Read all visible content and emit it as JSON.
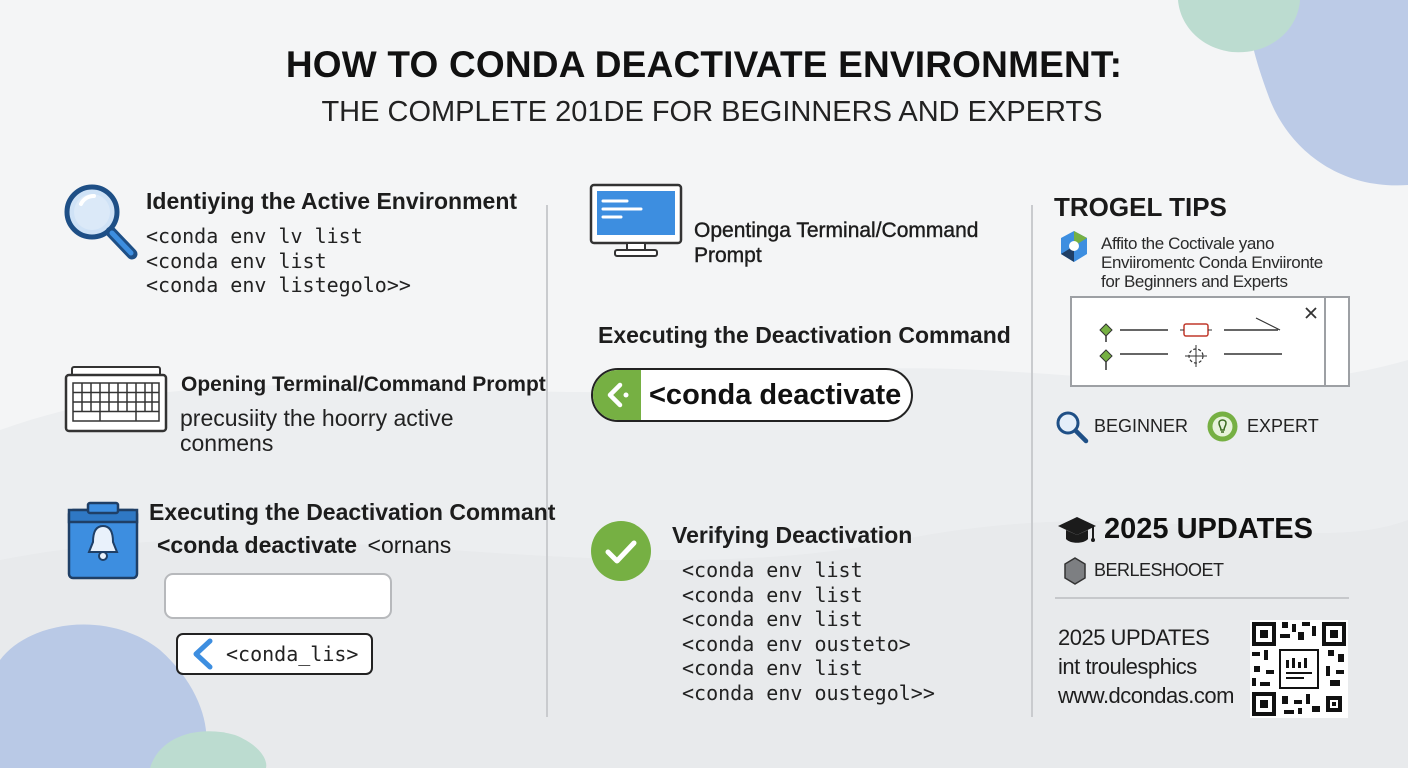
{
  "header": {
    "title": "HOW TO CONDA DEACTIVATE ENVIRONMENT:",
    "subtitle": "THE COMPLETE 201DE FOR BEGINNERS AND EXPERTS"
  },
  "left": {
    "identify": {
      "heading": "Identiying the Active Environment",
      "lines": [
        "<conda env lv list",
        "<conda env list",
        "<conda env listegolo>>"
      ]
    },
    "opening": {
      "heading": "Opening Terminal/Command Prompt",
      "text_line1": "precusiity the hoorry active",
      "text_line2": "conmens"
    },
    "executing": {
      "heading": "Executing the Deactivation Commant",
      "cmd_bold": "<conda deactivate",
      "cmd_rest": "<ornans",
      "button_label": "<conda_lis>"
    }
  },
  "middle": {
    "opening": {
      "heading_line1": "Opentinga Terminal/Command",
      "heading_line2": "Prompt"
    },
    "executing": {
      "heading": "Executing the Deactivation Command",
      "command": "<conda deactivate"
    },
    "verifying": {
      "heading": "Verifying Deactivation",
      "lines": [
        "<conda env list",
        "<conda env list",
        "<conda env list",
        "<conda env ousteto>",
        "<conda env list",
        "<conda env oustegol>>"
      ]
    }
  },
  "right": {
    "tips_title": "TROGEL TIPS",
    "tips_text": [
      "Affito the Coctivale yano",
      "Enviiromentc Conda Enviironte",
      "for Beginners and Experts"
    ],
    "beginner_label": "BEGINNER",
    "expert_label": "EXPERT",
    "updates_title": "2025 UPDATES",
    "troubleshoot_label": "BERLESHOOET",
    "footer_lines": [
      "2025 UPDATES",
      "int troulesphics",
      "www.dcondas.com"
    ]
  },
  "colors": {
    "accent_blue": "#3d8ee0",
    "accent_green": "#76b043",
    "blob_blue": "#b9c9e6",
    "blob_green": "#b6d8cc"
  },
  "icons": [
    "magnifier-icon",
    "keyboard-icon",
    "terminal-bell-icon",
    "monitor-icon",
    "chevron-left-icon",
    "check-icon",
    "gear-logo-icon",
    "close-icon",
    "search-icon",
    "lightbulb-icon",
    "graduation-cap-icon",
    "hexagon-icon",
    "qr-code-icon"
  ]
}
